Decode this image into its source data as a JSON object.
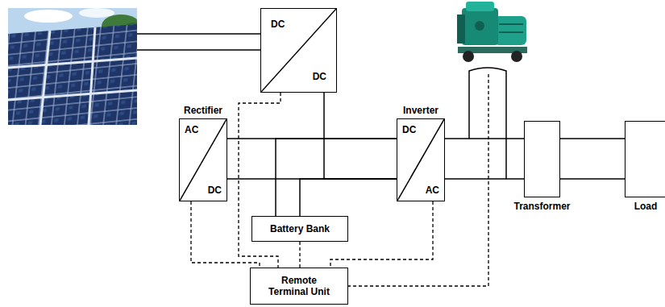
{
  "diagram": {
    "nodes": [
      {
        "text": [
          "DC",
          "DC"
        ]
      },
      {
        "text": [
          "Rectifier",
          "AC",
          "DC"
        ]
      },
      {
        "text": [
          "Inverter",
          "DC",
          "AC"
        ]
      },
      {
        "text": [
          "Transformer"
        ]
      },
      {
        "text": [
          "Load"
        ]
      },
      {
        "text": [
          "Battery Bank"
        ]
      },
      {
        "text": [
          "Remote Terminal Unit"
        ]
      }
    ],
    "edges": [
      {
        "from": 1,
        "to": 2,
        "arrow": "none"
      },
      {
        "from": 0,
        "to": 2,
        "arrow": "none"
      },
      {
        "from": 5,
        "to": 2,
        "arrow": "none"
      },
      {
        "from": 2,
        "to": 3,
        "arrow": "none"
      },
      {
        "from": 3,
        "to": 4,
        "arrow": "none"
      },
      {
        "from": 0,
        "to": 6,
        "arrow": "none"
      },
      {
        "from": 1,
        "to": 6,
        "arrow": "none"
      },
      {
        "from": 5,
        "to": 6,
        "arrow": "none"
      },
      {
        "from": 2,
        "to": 6,
        "arrow": "none"
      }
    ]
  }
}
